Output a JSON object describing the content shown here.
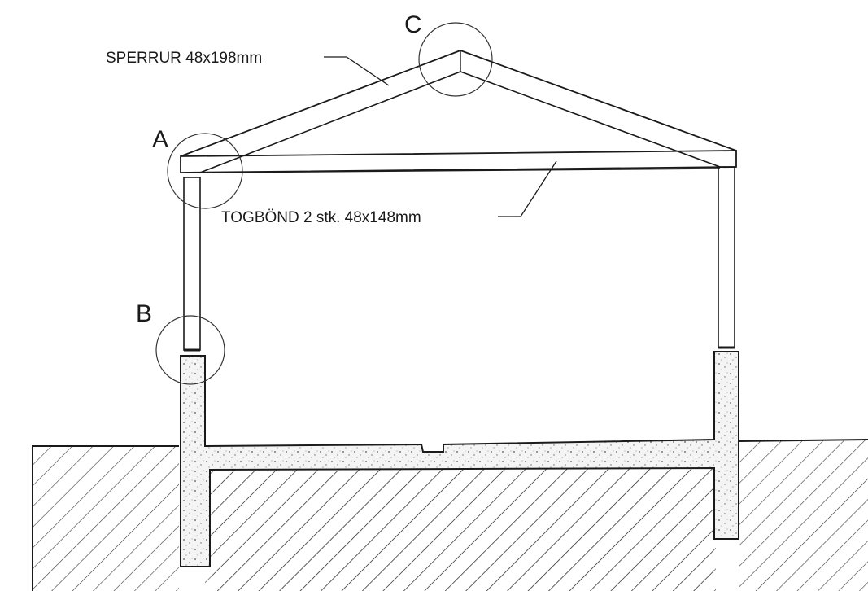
{
  "labels": {
    "rafter": "SPERRUR 48x198mm",
    "tie_beam": "TOGBÖND 2 stk. 48x148mm",
    "detail_a": "A",
    "detail_b": "B",
    "detail_c": "C"
  },
  "colors": {
    "line": "#1a1a1a",
    "concrete": "#f2f2f2",
    "hatch": "#3a3a3a",
    "background": "#ffffff"
  }
}
